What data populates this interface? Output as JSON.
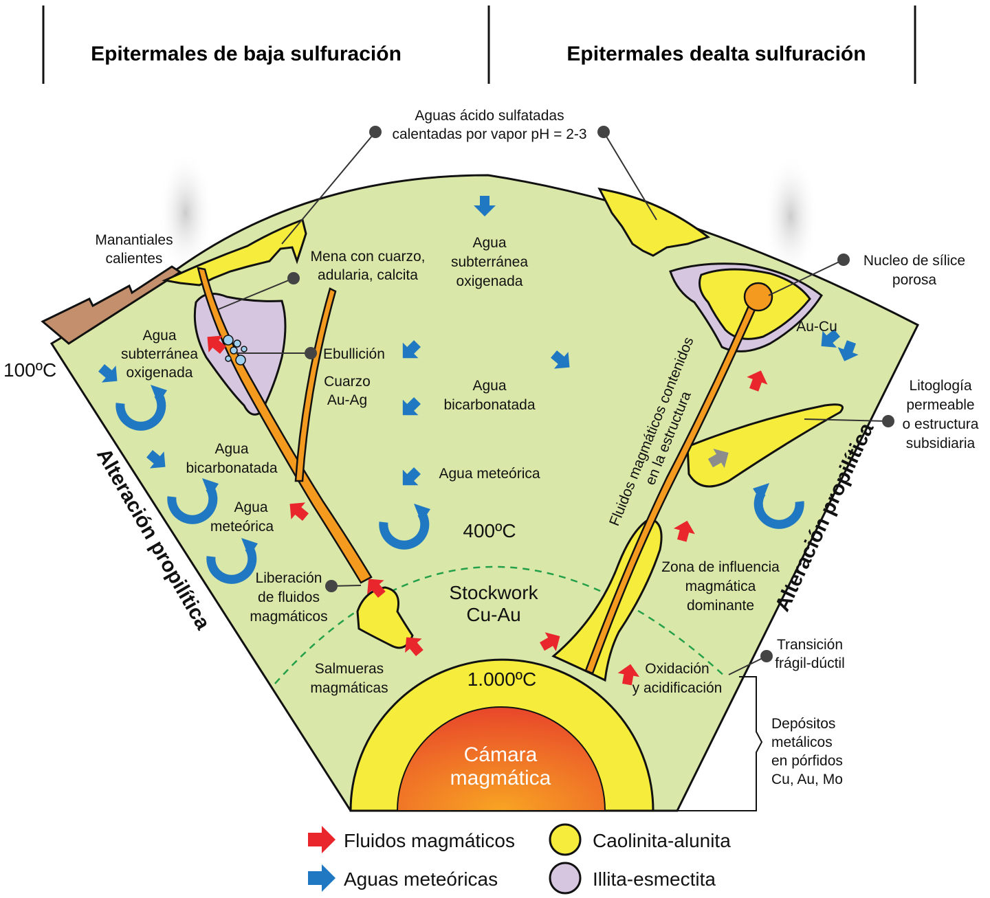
{
  "headers": {
    "left": "Epitermales de baja sulfuración",
    "right": "Epitermales dealta sulfuración"
  },
  "labels": {
    "aguas_acido_1": "Aguas ácido sulfatadas",
    "aguas_acido_2": "calentadas por vapor pH = 2-3",
    "manantiales_1": "Manantiales",
    "manantiales_2": "calientes",
    "mena_1": "Mena con cuarzo,",
    "mena_2": "adularia, calcita",
    "agua_oxig_top_1": "Agua",
    "agua_oxig_top_2": "subterránea",
    "agua_oxig_top_3": "oxigenada",
    "agua_oxig_left_1": "Agua",
    "agua_oxig_left_2": "subterránea",
    "agua_oxig_left_3": "oxigenada",
    "temp_100": "100ºC",
    "ebullicion": "Ebullición",
    "cuarzo_1": "Cuarzo",
    "cuarzo_2": "Au-Ag",
    "agua_bicarb_c_1": "Agua",
    "agua_bicarb_c_2": "bicarbonatada",
    "agua_bicarb_l_1": "Agua",
    "agua_bicarb_l_2": "bicarbonatada",
    "agua_meteorica_c": "Agua meteórica",
    "agua_meteorica_l_1": "Agua",
    "agua_meteorica_l_2": "meteórica",
    "temp_400": "400ºC",
    "liberacion_1": "Liberación",
    "liberacion_2": "de fluidos",
    "liberacion_3": "magmáticos",
    "stockwork_1": "Stockwork",
    "stockwork_2": "Cu-Au",
    "salmueras_1": "Salmueras",
    "salmueras_2": "magmáticas",
    "temp_1000": "1.000ºC",
    "camara_1": "Cámara",
    "camara_2": "magmática",
    "nucleo_1": "Nucleo de sílice",
    "nucleo_2": "porosa",
    "aucu": "Au-Cu",
    "litologia_1": "Litoglogía",
    "litologia_2": "permeable",
    "litologia_3": "o estructura",
    "litologia_4": "subsidiaria",
    "fluidos_estructura_1": "Fluidos magmáticos contenidos",
    "fluidos_estructura_2": "en la estructura",
    "zona_1": "Zona de influencia",
    "zona_2": "magmática",
    "zona_3": "dominante",
    "oxidacion_1": "Oxidación",
    "oxidacion_2": "y acidificación",
    "transicion_1": "Transición",
    "transicion_2": "frágil-dúctil",
    "depositos_1": "Depósitos",
    "depositos_2": "metálicos",
    "depositos_3": "en pórfidos",
    "depositos_4": "Cu, Au, Mo",
    "alteracion_left": "Alteración propilítica",
    "alteracion_right": "Alteración propilítica"
  },
  "legend": {
    "red_arrow": "Fluidos magmáticos",
    "blue_arrow": "Aguas meteóricas",
    "yellow_circle": "Caolinita-alunita",
    "purple_circle": "Illita-esmectita"
  },
  "colors": {
    "background_zone": "#d9e7a8",
    "kaolinite": "#f5ec3c",
    "illite": "#d7c6df",
    "vein": "#f39a1f",
    "magma_center": "#f8a523",
    "magma_edge": "#e8462a",
    "red_arrow": "#e8262b",
    "blue_arrow": "#1f78c1",
    "gray_arrow": "#8c8c8c",
    "surface_ground": "#c38f6d",
    "isotherm": "#25a04a"
  }
}
